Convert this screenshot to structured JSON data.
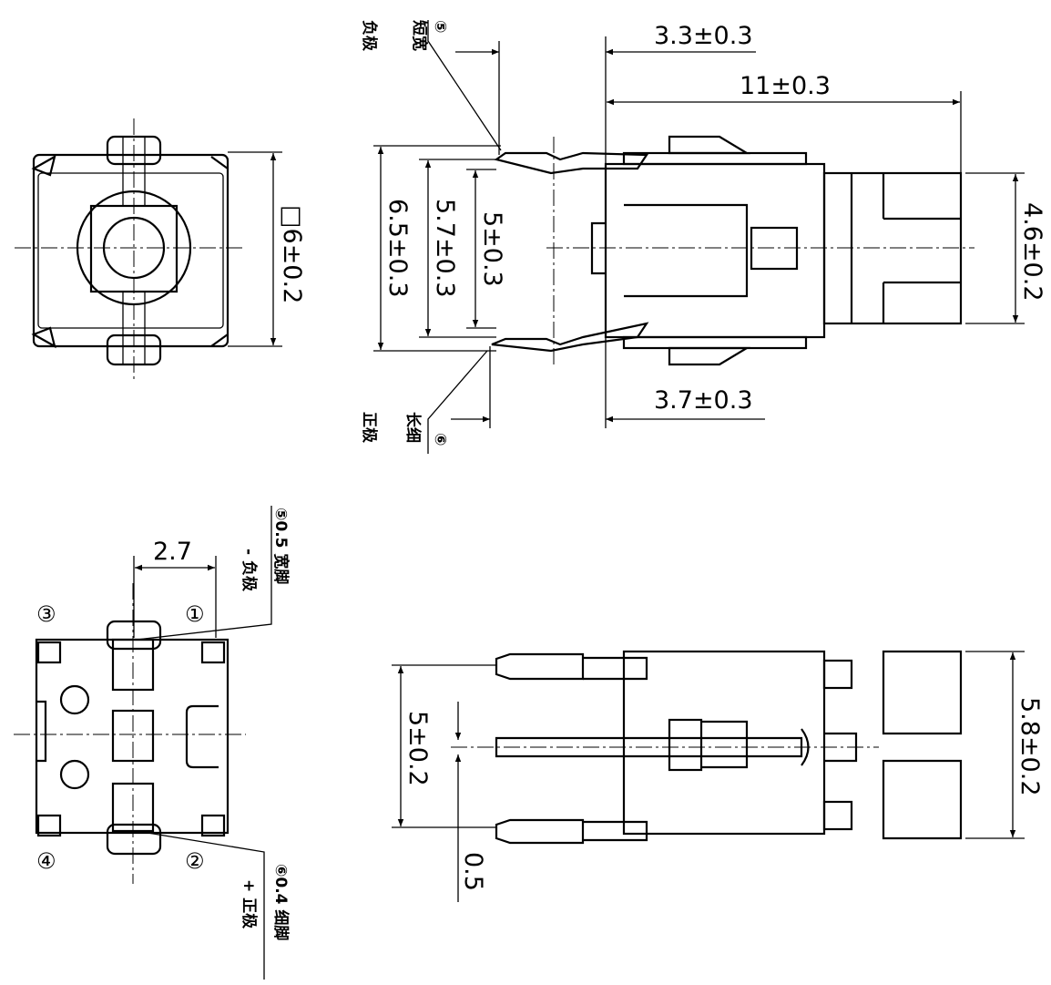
{
  "view_top_left": {
    "dim_square": "□6±0.2"
  },
  "view_top_right": {
    "dim_top_offset": "3.3±0.3",
    "dim_length": "11±0.3",
    "dim_bottom_offset": "3.7±0.3",
    "dim_outer_height": "6.5±0.3",
    "dim_mid_height": "5.7±0.3",
    "dim_inner_height": "5±0.3",
    "dim_right_height": "4.6±0.2",
    "top_pin_marker": "⑤",
    "top_pin_desc": "短宽",
    "top_pin_polarity": "负极",
    "bottom_pin_marker": "⑥",
    "bottom_pin_desc": "长细",
    "bottom_pin_polarity": "正极"
  },
  "view_bottom_left": {
    "dim_pitch": "2.7",
    "pin_labels": [
      "③",
      "①",
      "④",
      "②"
    ],
    "wide_pin_label": "⑤0.5 宽脚",
    "wide_pin_polarity": "- 负极",
    "thin_pin_label": "⑥0.4 细脚",
    "thin_pin_polarity": "+ 正极"
  },
  "view_bottom_right": {
    "dim_pin_spacing": "5±0.2",
    "dim_height": "5.8±0.2",
    "dim_small": "0.5"
  }
}
